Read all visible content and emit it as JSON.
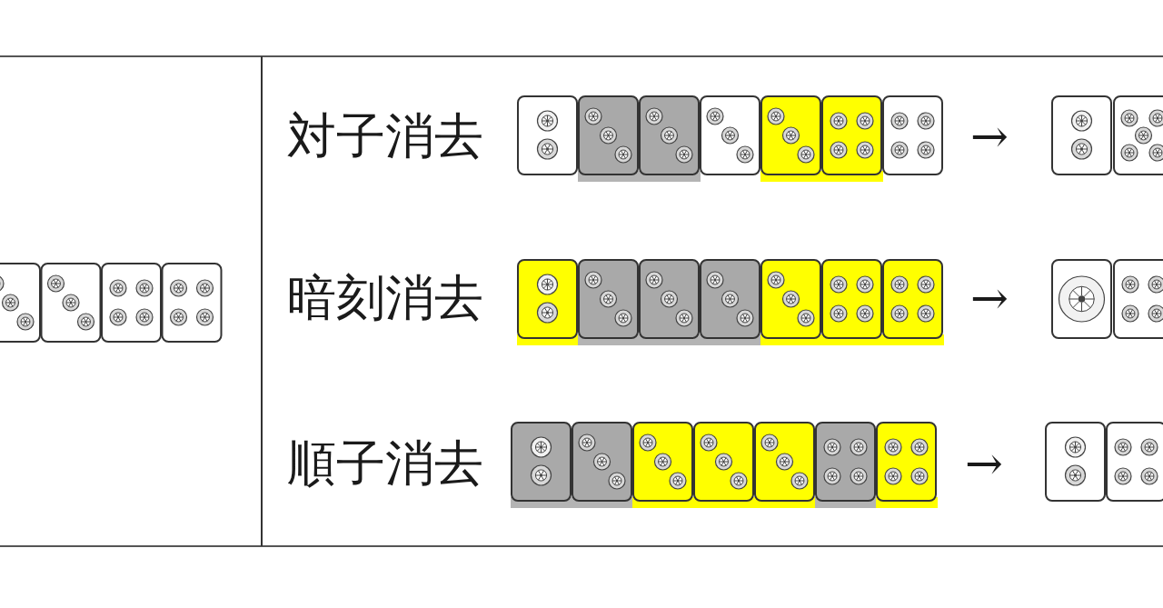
{
  "diagram": {
    "labels": [
      "対子消去",
      "→",
      "暗刻消去",
      "→",
      "順子消去",
      "→"
    ]
  }
}
